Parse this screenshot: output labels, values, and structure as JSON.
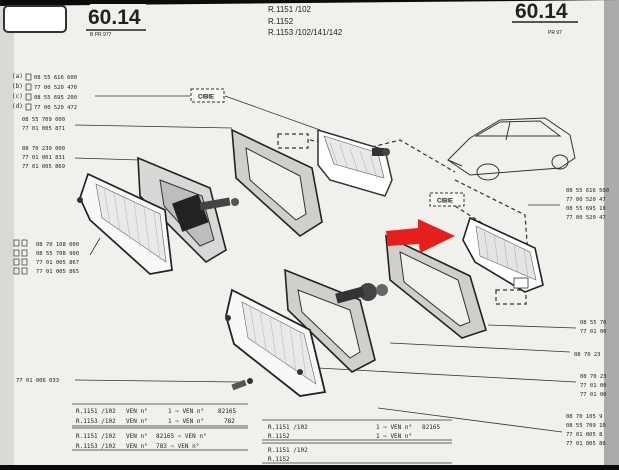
{
  "header": {
    "page_left": "60.14",
    "page_left_sub": "B      PR 977",
    "page_right": "60.14",
    "page_right_sub": "PR 97",
    "models": [
      "R.1151 /102",
      "R.1152",
      "R.1153 /102/141/142"
    ]
  },
  "refs": {
    "r_a": "08 55 616 600",
    "r_b": "77 00 520 470",
    "r_c": "08 55 695 200",
    "r_d": "77 00 520 472",
    "r_e1": "08 55 709 000",
    "r_e2": "77 01 005 871",
    "r_f1": "08 70 239 000",
    "r_f2": "77 01 001 831",
    "r_f3": "77 01 005 869",
    "r_g1": "08 70 108 000",
    "r_g2": "08 55 708 900",
    "r_g3": "77 01 005 867",
    "r_g4": "77 01 005 865",
    "r_h": "77 01 006 033",
    "rr_1": "08 55 616 500",
    "rr_2": "77 00 520 47",
    "rr_3": "08 55 695 10",
    "rr_4": "77 00 520 47",
    "rr_5": "08 55 70",
    "rr_6": "77 01 00",
    "rr_7": "08 70 23",
    "rr_8": "08 70 23",
    "rr_9": "77 01 00",
    "rr_10": "77 01 00",
    "rr_11": "08 70 105 9",
    "rr_12": "08 55 709 10",
    "rr_13": "77 01 005 8",
    "rr_14": "77 01 005 86"
  },
  "tags": {
    "cibie_1": "CIBIE",
    "cibie_2": "CIBIE"
  },
  "table_left": [
    {
      "model": "R.1151 /102",
      "ven": "VEN n°",
      "arrow": "1 ⇨ VEN n°",
      "num": "82165"
    },
    {
      "model": "R.1153 /102",
      "ven": "VEN n°",
      "arrow": "1 ⇨ VEN n°",
      "num": "782"
    },
    {
      "model": "R.1151 /102",
      "ven": "VEN n°",
      "arrow": "82165 ⇨ VEN n°",
      "num": ""
    },
    {
      "model": "R.1153 /102",
      "ven": "VEN n°",
      "arrow": "783 ⇨ VEN n°",
      "num": ""
    }
  ],
  "table_right": [
    {
      "model": "R.1151 /102",
      "arrow": "1 ⇨ VEN n°",
      "num": "82165"
    },
    {
      "model": "R.1152",
      "arrow": "1 ⇨ VEN n°",
      "num": ""
    },
    {
      "model": "R.1151 /102",
      "arrow": "",
      "num": ""
    },
    {
      "model": "R.1152",
      "arrow": "",
      "num": ""
    }
  ],
  "colors": {
    "paper": "#f2f1ee",
    "ink": "#222222",
    "arrow": "#e5201c"
  }
}
